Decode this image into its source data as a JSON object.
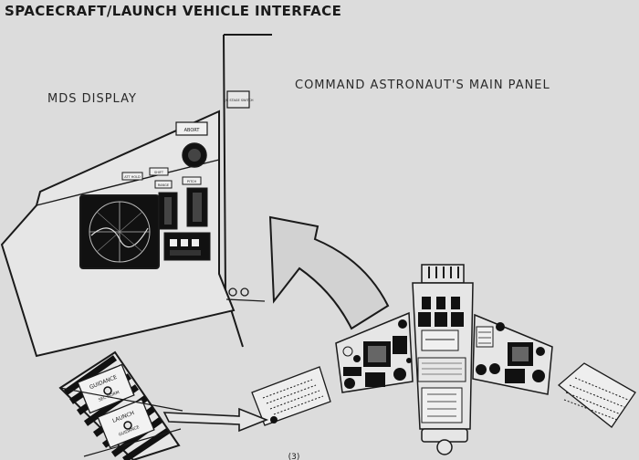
{
  "title": "SPACECRAFT/LAUNCH VEHICLE INTERFACE",
  "labels": {
    "mds_display": "MDS DISPLAY",
    "main_panel": "COMMAND ASTRONAUT'S MAIN PANEL"
  },
  "mds_panel": {
    "alert_label": "ABORT",
    "small_labels": [
      "ATT HOLD",
      "SHIFT",
      "RANGE",
      "PITCH"
    ],
    "stage_switch_label": "S/C STAGE SWITCH"
  },
  "guidance_box": {
    "top_label": "GUIDANCE",
    "top_sub": "SEC   NORM",
    "bottom_label": "LAUNCH",
    "bottom_sub": "GUIDANCE"
  },
  "page_number": "(3)",
  "colors": {
    "background": "#dcdcdc",
    "ink": "#1a1a1a",
    "panel_fill": "#e6e6e6",
    "instrument_dark": "#111111",
    "arrow_fill": "#d2d2d2"
  }
}
